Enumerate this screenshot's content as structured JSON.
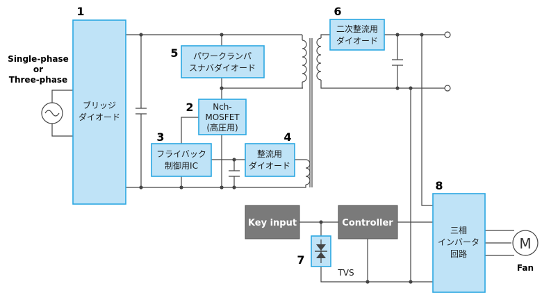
{
  "source": {
    "line1": "Single-phase",
    "line2": "or",
    "line3": "Three-phase"
  },
  "blocks": [
    {
      "id": "bridge",
      "number": "1",
      "lines": [
        "ブリッジ",
        "ダイオード"
      ]
    },
    {
      "id": "mosfet",
      "number": "2",
      "lines": [
        "Nch-",
        "MOSFET",
        "(高圧用)"
      ]
    },
    {
      "id": "flyback",
      "number": "3",
      "lines": [
        "フライバック",
        "制御用IC"
      ]
    },
    {
      "id": "rectifier",
      "number": "4",
      "lines": [
        "整流用",
        "ダイオード"
      ]
    },
    {
      "id": "snubber",
      "number": "5",
      "lines": [
        "パワークランパ",
        "スナバダイオード"
      ]
    },
    {
      "id": "secondary",
      "number": "6",
      "lines": [
        "二次整流用",
        "ダイオード"
      ]
    },
    {
      "id": "tvs",
      "number": "7",
      "lines": []
    },
    {
      "id": "inverter",
      "number": "8",
      "lines": [
        "三相",
        "インバータ",
        "回路"
      ]
    }
  ],
  "key_input": "Key input",
  "controller": "Controller",
  "tvs_label": "TVS",
  "motor_symbol": "M",
  "fan_label": "Fan",
  "colors": {
    "block_fill": "#bfe3f7",
    "block_stroke": "#2aa7e1",
    "gray_block": "#7a7a7a",
    "wire": "#444444"
  }
}
